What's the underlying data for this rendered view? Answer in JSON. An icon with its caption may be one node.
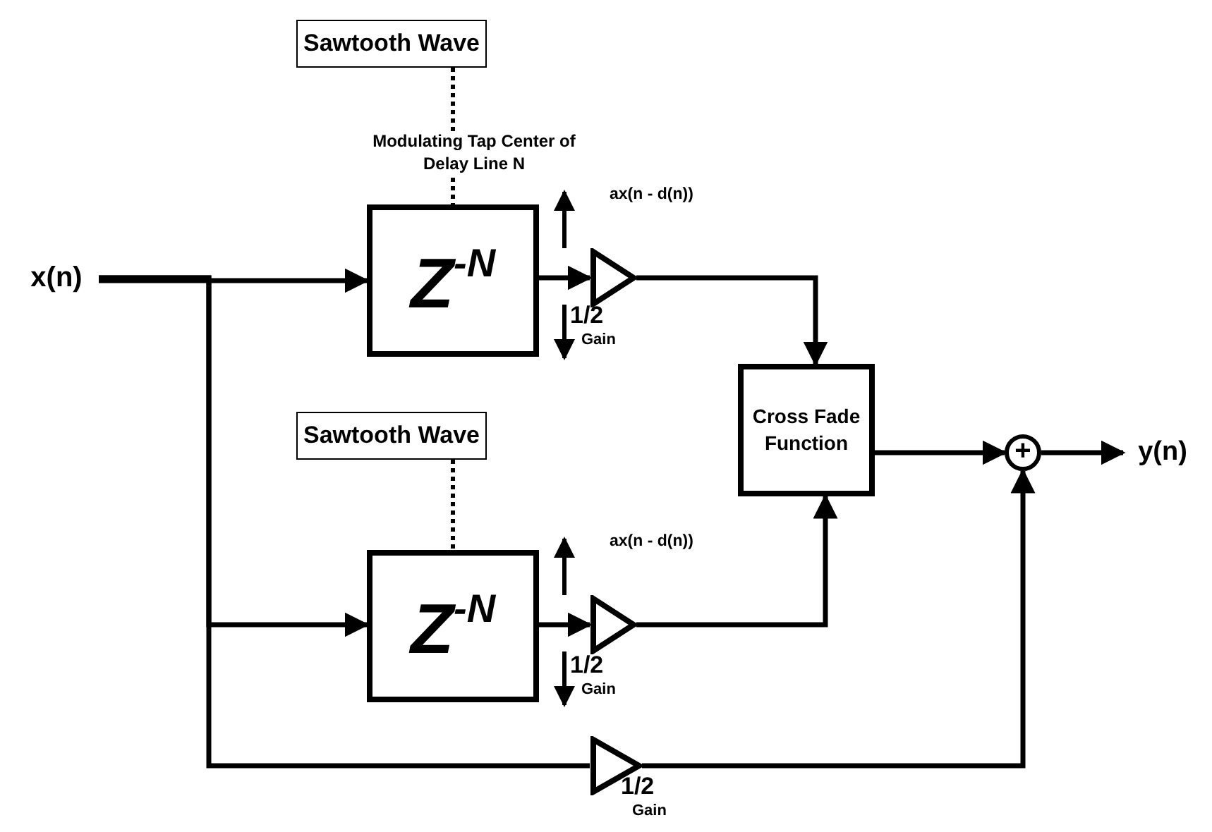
{
  "diagram": {
    "nodes": [
      {
        "text": [
          "x(n)"
        ]
      },
      {
        "text": [
          "Sawtooth Wave"
        ]
      },
      {
        "text": [
          "Z$^{-N}$"
        ]
      },
      {
        "text": [],
        "shape": "triangle",
        "beside": [
          "1/2",
          "Gain"
        ]
      },
      {
        "text": [
          "Sawtooth Wave"
        ]
      },
      {
        "text": [
          "Z$^{-N}$"
        ]
      },
      {
        "text": [],
        "shape": "triangle",
        "beside": [
          "1/2",
          "Gain"
        ]
      },
      {
        "text": [
          "Cross Fade Function"
        ]
      },
      {
        "text": [
          "+"
        ]
      },
      {
        "text": [
          "y(n)"
        ]
      },
      {
        "text": [],
        "shape": "triangle",
        "beside": [
          "1/2",
          "Gain"
        ]
      }
    ],
    "edges": [
      {
        "from": 0,
        "to": 2,
        "arrow": "to"
      },
      {
        "from": 0,
        "to": 5,
        "arrow": "to"
      },
      {
        "from": 0,
        "to": 10,
        "arrow": "none"
      },
      {
        "from": 1,
        "to": 2,
        "arrow": "none",
        "style": "dashed"
      },
      {
        "from": 4,
        "to": 5,
        "arrow": "none",
        "style": "dashed"
      },
      {
        "from": 2,
        "to": 3,
        "arrow": "to"
      },
      {
        "from": 5,
        "to": 6,
        "arrow": "to"
      },
      {
        "from": 3,
        "to": 7,
        "arrow": "to"
      },
      {
        "from": 6,
        "to": 7,
        "arrow": "to"
      },
      {
        "from": 7,
        "to": 8,
        "arrow": "to"
      },
      {
        "from": 8,
        "to": 9,
        "arrow": "to"
      },
      {
        "from": 10,
        "to": 8,
        "arrow": "to"
      }
    ],
    "labels": [
      "Modulating Tap Center of Delay Line N",
      "ax(n - d(n))",
      "ax(n - d(n))"
    ]
  }
}
